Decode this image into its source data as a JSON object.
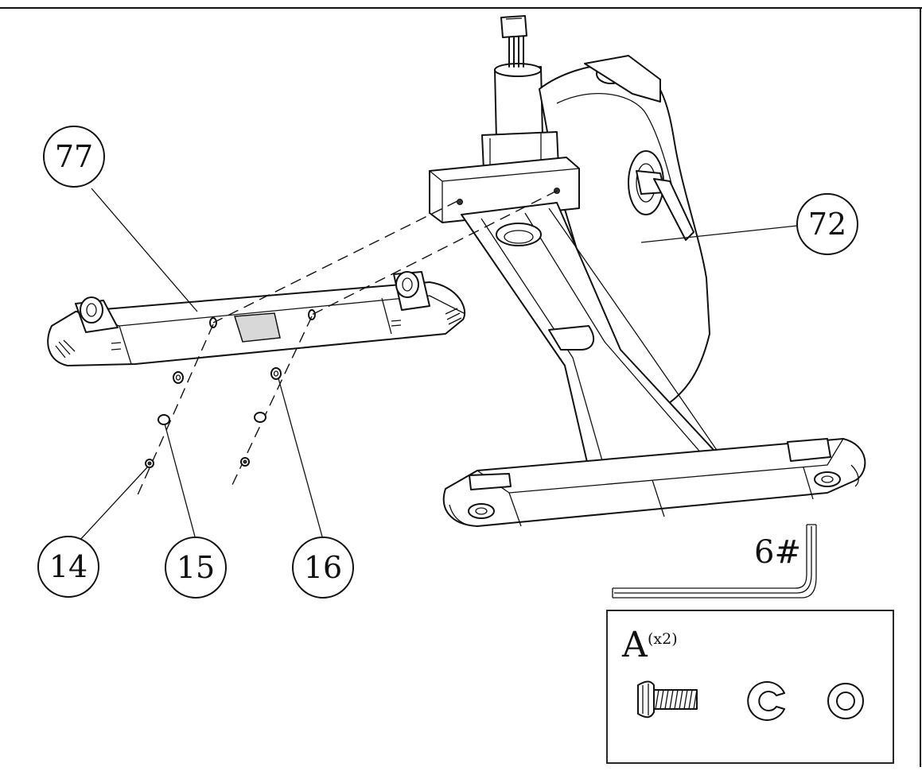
{
  "callouts": {
    "c77": "77",
    "c72": "72",
    "c14": "14",
    "c15": "15",
    "c16": "16"
  },
  "tool": {
    "label": "6#",
    "icon": "hex-key-icon"
  },
  "hardware_pack": {
    "letter": "A",
    "quantity": "(x2)",
    "items": [
      "bolt-icon",
      "split-washer-icon",
      "flat-washer-icon"
    ]
  }
}
